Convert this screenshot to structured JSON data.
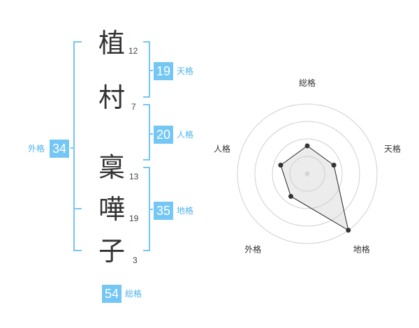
{
  "accent": "#74c7f5",
  "accent_text": "#4fb3ec",
  "characters": [
    {
      "char": "植",
      "strokes": "12"
    },
    {
      "char": "村",
      "strokes": "7"
    },
    {
      "char": "稟",
      "strokes": "13"
    },
    {
      "char": "嘩",
      "strokes": "19"
    },
    {
      "char": "子",
      "strokes": "3"
    }
  ],
  "fortunes": {
    "tenkaku": {
      "value": "19",
      "label": "天格"
    },
    "jinkaku": {
      "value": "20",
      "label": "人格"
    },
    "chikaku": {
      "value": "35",
      "label": "地格"
    },
    "gaikaku": {
      "value": "34",
      "label": "外格"
    },
    "soukaku": {
      "value": "54",
      "label": "総格"
    }
  },
  "chart_data": {
    "type": "radar",
    "axes": [
      "総格",
      "天格",
      "地格",
      "外格",
      "人格"
    ],
    "values": [
      2,
      2,
      5,
      2,
      2
    ],
    "max": 5,
    "rings": 4
  }
}
